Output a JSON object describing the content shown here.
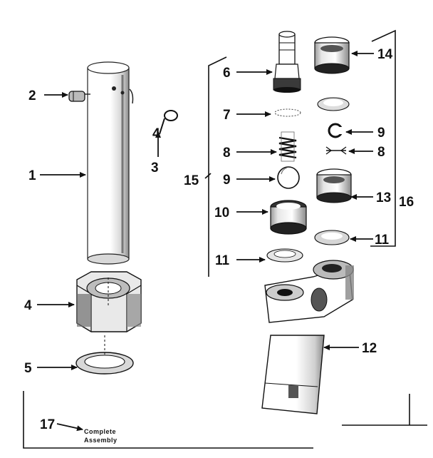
{
  "callouts": {
    "c1": "1",
    "c2": "2",
    "c3": "3",
    "c4": "4",
    "c5": "5",
    "c6": "6",
    "c7": "7",
    "c8a": "8",
    "c8b": "8",
    "c9a": "9",
    "c9b": "9",
    "c10": "10",
    "c11a": "11",
    "c11b": "11",
    "c12": "12",
    "c13": "13",
    "c14": "14",
    "c15": "15",
    "c16": "16",
    "c17": "17"
  },
  "caption": {
    "line1": "Complete",
    "line2": "Assembly"
  },
  "colors": {
    "ink": "#111111",
    "shade": "#9a9a9a",
    "paper": "#ffffff"
  }
}
